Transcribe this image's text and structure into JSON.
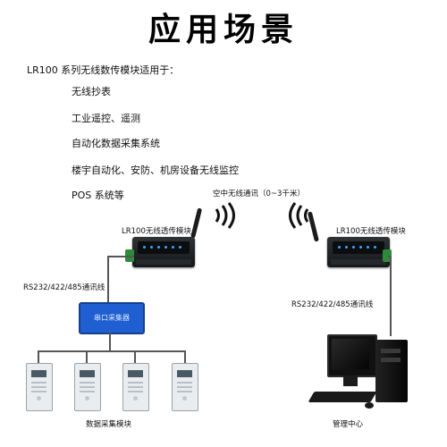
{
  "title": "应用场景",
  "intro": "LR100 系列无线数传模块适用于：",
  "applications": [
    "无线抄表",
    "工业遥控、遥测",
    "自动化数据采集系统",
    "楼宇自动化、安防、机房设备无线监控",
    "POS 系统等"
  ],
  "diagram": {
    "wireless_link_label": "空中无线通讯（0~3千米）",
    "module_left_label": "LR100无线透传模块",
    "module_right_label": "LR100无线透传模块",
    "serial_link_left": "RS232/422/485通讯线",
    "serial_link_right": "RS232/422/485通讯线",
    "serial_box_label": "串口采集器",
    "meters_label": "数据采集模块",
    "pc_label": "管理中心"
  },
  "colors": {
    "serial_box": "#1f5fd1",
    "module_led": "#3fa4ff",
    "terminal_green": "#2e8b3a"
  }
}
